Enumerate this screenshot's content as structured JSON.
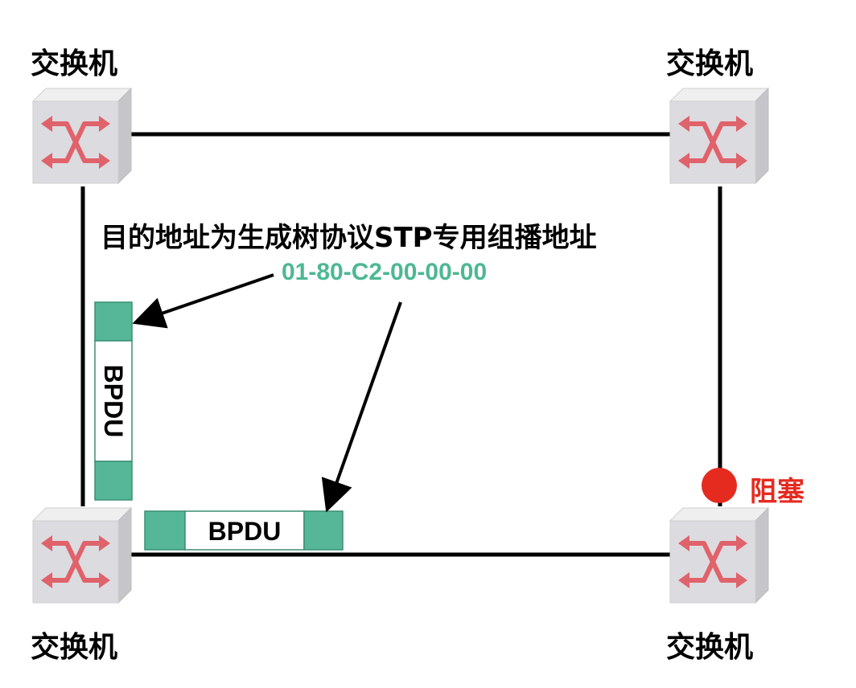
{
  "switches": [
    {
      "id": "top-left",
      "label": "交换机"
    },
    {
      "id": "top-right",
      "label": "交换机"
    },
    {
      "id": "bottom-left",
      "label": "交换机"
    },
    {
      "id": "bottom-right",
      "label": "交换机"
    }
  ],
  "annotation": {
    "title": "目的地址为生成树协议STP专用组播地址",
    "mac_address": "01-80-C2-00-00-00"
  },
  "frames": {
    "vertical_label": "BPDU",
    "horizontal_label": "BPDU"
  },
  "blocked_port": {
    "label": "阻塞"
  },
  "colors": {
    "switch_body": "#dcdbdf",
    "switch_arrow": "#e0626b",
    "frame_header": "#55b797",
    "mac_text": "#4db892",
    "blocked": "#e52b20"
  }
}
